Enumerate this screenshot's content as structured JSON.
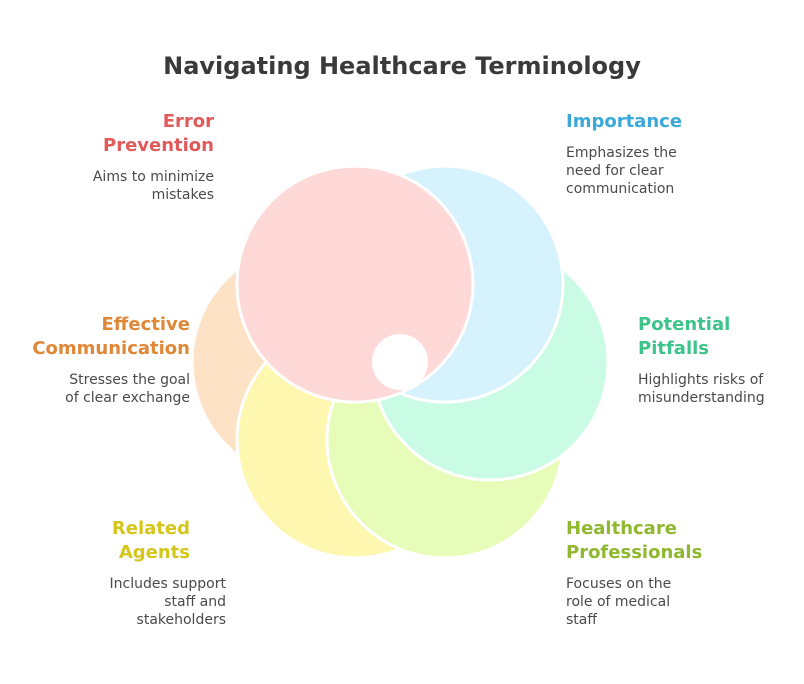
{
  "title": "Navigating Healthcare Terminology",
  "segments": [
    {
      "id": "error-prevention",
      "heading_lines": [
        "Error",
        "Prevention"
      ],
      "desc_lines": [
        "Aims to minimize",
        "mistakes"
      ],
      "color": "#e05a5a",
      "fill": "#ffd8d8"
    },
    {
      "id": "importance",
      "heading_lines": [
        "Importance"
      ],
      "desc_lines": [
        "Emphasizes the",
        "need for clear",
        "communication"
      ],
      "color": "#3aa8d8",
      "fill": "#d5f2fd"
    },
    {
      "id": "potential-pitfalls",
      "heading_lines": [
        "Potential",
        "Pitfalls"
      ],
      "desc_lines": [
        "Highlights risks of",
        "misunderstanding"
      ],
      "color": "#3cc48a",
      "fill": "#c9fbe5"
    },
    {
      "id": "healthcare-professionals",
      "heading_lines": [
        "Healthcare",
        "Professionals"
      ],
      "desc_lines": [
        "Focuses on the",
        "role of medical",
        "staff"
      ],
      "color": "#8fb82e",
      "fill": "#e7fcb9"
    },
    {
      "id": "related-agents",
      "heading_lines": [
        "Related",
        "Agents"
      ],
      "desc_lines": [
        "Includes support",
        "staff and",
        "stakeholders"
      ],
      "color": "#d4c61a",
      "fill": "#fdf7b0"
    },
    {
      "id": "effective-communication",
      "heading_lines": [
        "Effective",
        "Communication"
      ],
      "desc_lines": [
        "Stresses the goal",
        "of clear exchange"
      ],
      "color": "#e08838",
      "fill": "#fde2c6"
    }
  ]
}
